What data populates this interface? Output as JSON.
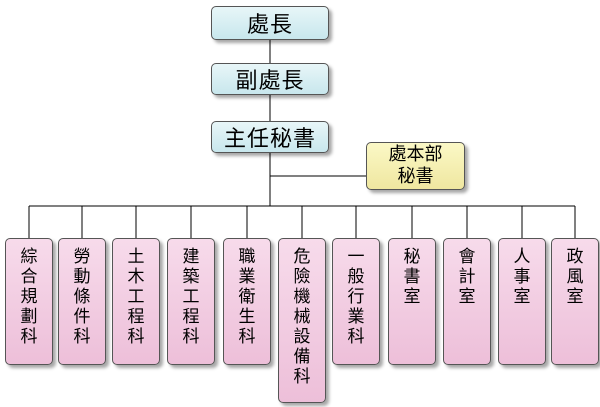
{
  "org_chart": {
    "director": "處長",
    "deputy_director": "副處長",
    "chief_secretary": "主任秘書",
    "department_secretary": "處本部\n秘書",
    "divisions": [
      "綜合規劃科",
      "勞動條件科",
      "土木工程科",
      "建築工程科",
      "職業衛生科",
      "危險機械設備科",
      "一般行業科",
      "秘書室",
      "會計室",
      "人事室",
      "政風室"
    ]
  },
  "colors": {
    "top_box_fill": "#d4eef2",
    "secretary_box_fill": "#f5efb0",
    "division_box_fill": "#f2cce2",
    "line": "#000000"
  }
}
